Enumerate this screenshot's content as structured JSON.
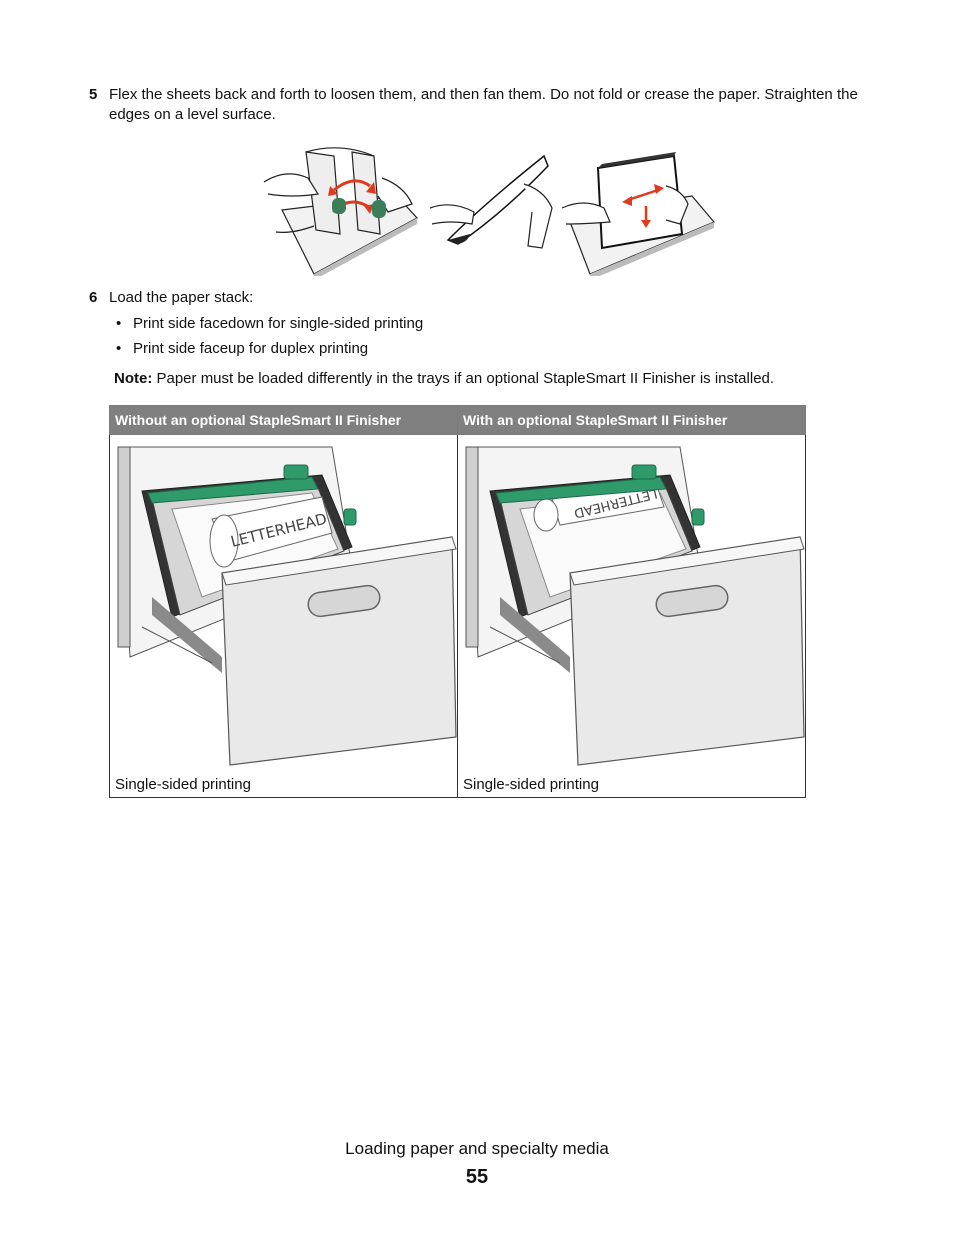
{
  "steps": [
    {
      "number": "5",
      "text_line1": "Flex the sheets back and forth to loosen them, and then fan them. Do not fold or crease the paper. Straighten the",
      "text_line2": "edges on a level surface."
    },
    {
      "number": "6",
      "text_line1": "Load the paper stack:"
    }
  ],
  "bullets": [
    "Print side facedown for single-sided printing",
    "Print side faceup for duplex printing"
  ],
  "note": {
    "label": "Note:",
    "text": " Paper must be loaded differently in the trays if an optional StapleSmart II Finisher is installed."
  },
  "table": {
    "headers": [
      "Without an optional StapleSmart II Finisher",
      "With an optional StapleSmart II Finisher"
    ],
    "captions": [
      "Single-sided printing",
      "Single-sided printing"
    ],
    "paper_label": "LETTERHEAD"
  },
  "footer": {
    "title": "Loading paper and specialty media",
    "page": "55"
  },
  "colors": {
    "header_bg": "#808080",
    "arrow": "#e03a1e",
    "guide_green": "#2f9b6a"
  }
}
